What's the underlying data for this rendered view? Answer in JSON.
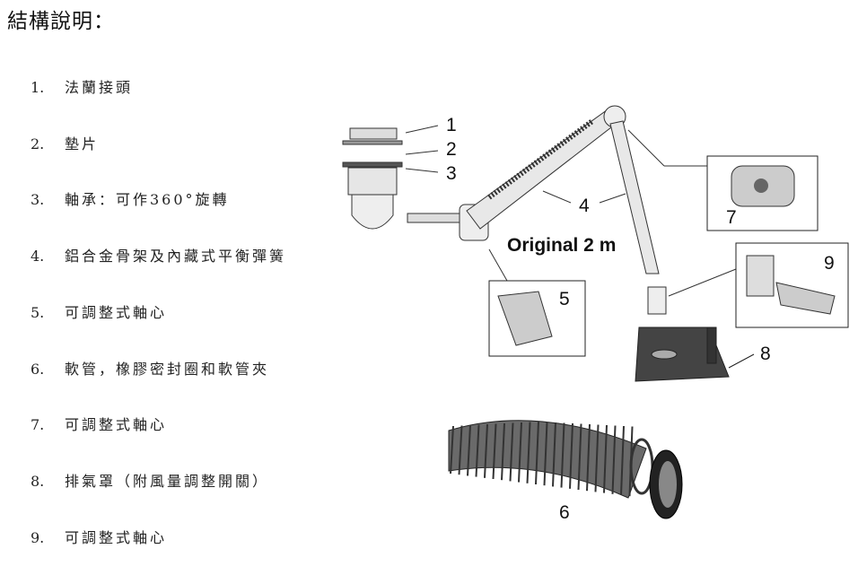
{
  "title": "結構說明：",
  "items": [
    {
      "num": "1.",
      "text": "法蘭接頭"
    },
    {
      "num": "2.",
      "text": "墊片"
    },
    {
      "num": "3.",
      "text": "軸承：可作360°旋轉"
    },
    {
      "num": "4.",
      "text": "鋁合金骨架及內藏式平衡彈簧"
    },
    {
      "num": "5.",
      "text": "可調整式軸心"
    },
    {
      "num": "6.",
      "text": "軟管，橡膠密封圈和軟管夾"
    },
    {
      "num": "7.",
      "text": "可調整式軸心"
    },
    {
      "num": "8.",
      "text": "排氣罩（附風量調整開關）"
    },
    {
      "num": "9.",
      "text": "可調整式軸心"
    }
  ],
  "diagram": {
    "caption": "Original 2 m",
    "labels": [
      "1",
      "2",
      "3",
      "4",
      "5",
      "6",
      "7",
      "8",
      "9"
    ]
  }
}
